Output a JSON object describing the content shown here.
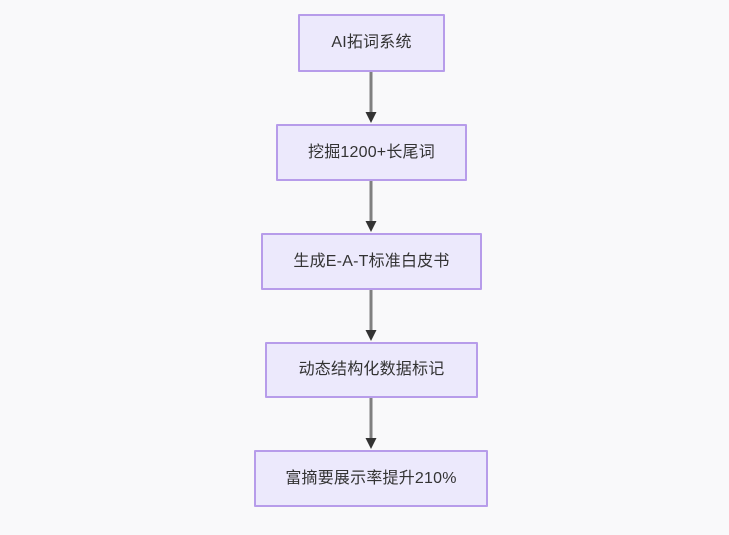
{
  "diagram": {
    "title": "AI SEO content pipeline flowchart",
    "orientation": "top-to-bottom",
    "background_color": "#f9f9fa",
    "node_fill_color": "#ece9fc",
    "node_border_color": "#b79cea",
    "node_text_color": "#333333",
    "connector_line_color": "#808080",
    "connector_arrow_color": "#333333",
    "nodes": [
      {
        "id": "n1",
        "label": "AI拓词系统"
      },
      {
        "id": "n2",
        "label": "挖掘1200+长尾词"
      },
      {
        "id": "n3",
        "label": "生成E-A-T标准白皮书"
      },
      {
        "id": "n4",
        "label": "动态结构化数据标记"
      },
      {
        "id": "n5",
        "label": "富摘要展示率提升210%"
      }
    ],
    "edges": [
      {
        "id": "e1",
        "from": "n1",
        "to": "n2",
        "label": ""
      },
      {
        "id": "e2",
        "from": "n2",
        "to": "n3",
        "label": ""
      },
      {
        "id": "e3",
        "from": "n3",
        "to": "n4",
        "label": ""
      },
      {
        "id": "e4",
        "from": "n4",
        "to": "n5",
        "label": ""
      }
    ]
  }
}
